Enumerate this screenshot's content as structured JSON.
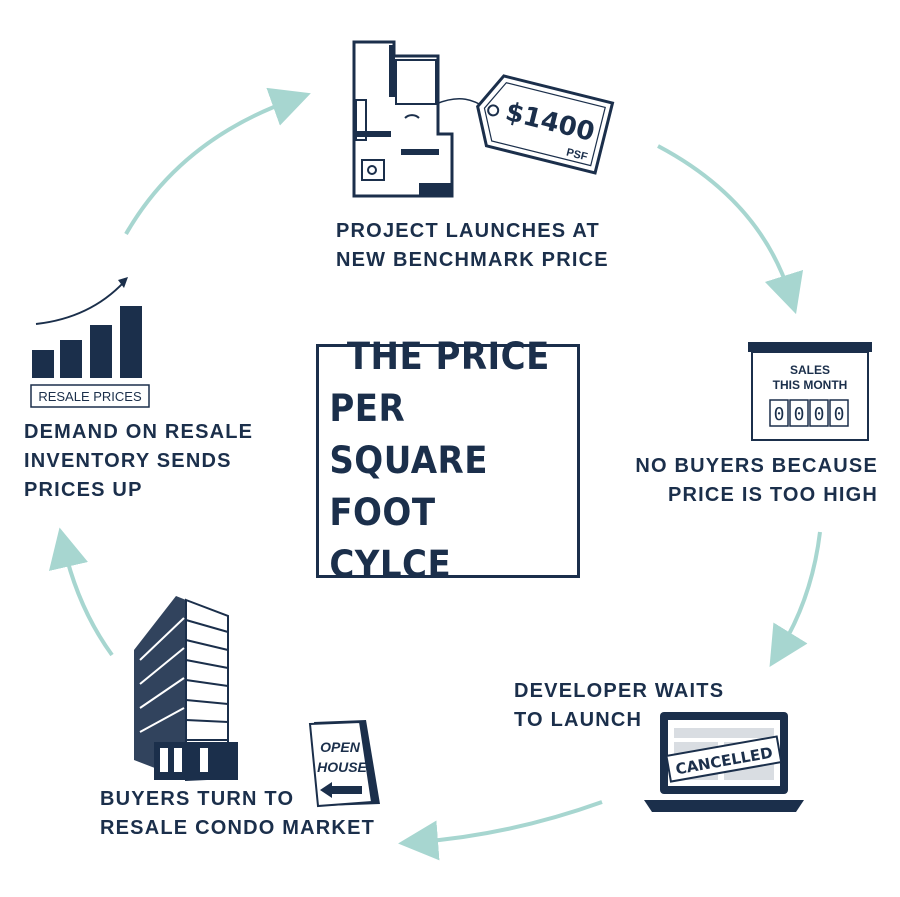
{
  "center_title": [
    "THE PRICE",
    "PER SQUARE",
    "FOOT CYLCE"
  ],
  "steps": [
    {
      "lines": [
        "PROJECT LAUNCHES AT",
        "NEW BENCHMARK PRICE"
      ]
    },
    {
      "lines": [
        "NO BUYERS BECAUSE",
        "PRICE IS TOO HIGH"
      ]
    },
    {
      "lines": [
        "DEVELOPER WAITS",
        "TO LAUNCH"
      ]
    },
    {
      "lines": [
        "BUYERS TURN TO",
        "RESALE CONDO MARKET"
      ]
    },
    {
      "lines": [
        "DEMAND ON RESALE",
        "INVENTORY SENDS",
        "PRICES UP"
      ]
    }
  ],
  "price_tag": {
    "amount": "$1400",
    "unit": "PSF"
  },
  "sales_board": {
    "line1": "SALES",
    "line2": "THIS MONTH",
    "digits": [
      "0",
      "0",
      "0",
      "0"
    ]
  },
  "laptop": {
    "stamp": "CANCELLED"
  },
  "open_house": {
    "line1": "OPEN",
    "line2": "HOUSE"
  },
  "resale_chart": {
    "label": "RESALE PRICES"
  },
  "colors": {
    "navy": "#1b2f4b",
    "teal": "#a7d6d0"
  }
}
